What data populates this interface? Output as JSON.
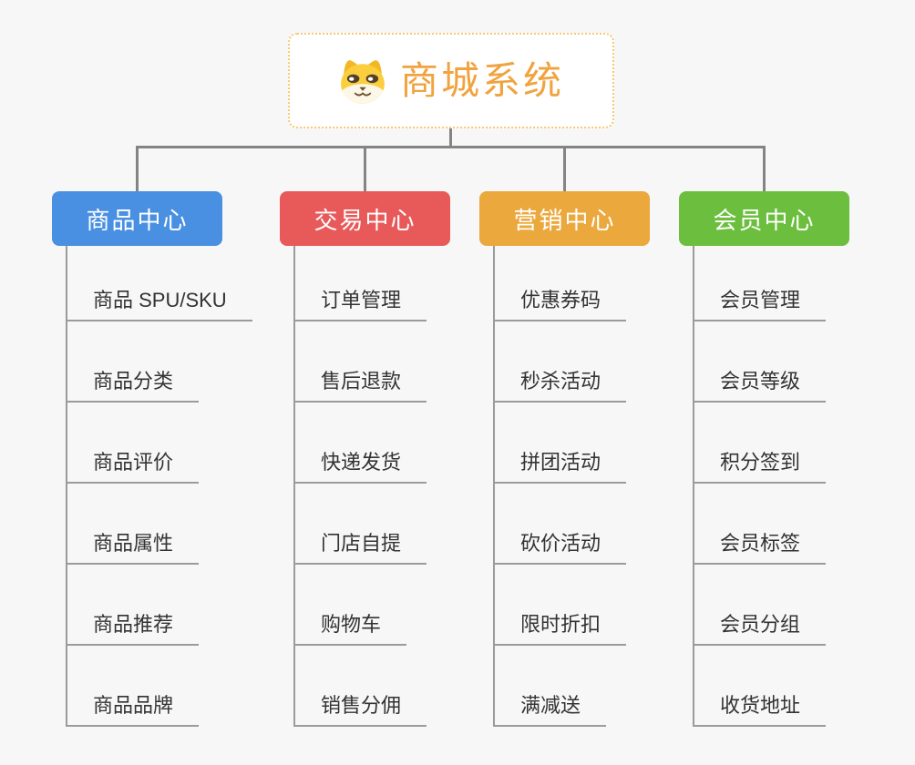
{
  "root": {
    "title": "商城系统",
    "icon": "dog-mascot-icon"
  },
  "colors": {
    "background": "#f7f7f7",
    "root_accent": "#f0a33f",
    "root_border": "#f7c873",
    "connector_line": "#848484",
    "child_line": "#9b9b9b",
    "child_text": "#333333"
  },
  "branches": [
    {
      "id": "product-center",
      "label": "商品中心",
      "color": "#4a90e2",
      "children": [
        "商品 SPU/SKU",
        "商品分类",
        "商品评价",
        "商品属性",
        "商品推荐",
        "商品品牌"
      ]
    },
    {
      "id": "trade-center",
      "label": "交易中心",
      "color": "#e85a5a",
      "children": [
        "订单管理",
        "售后退款",
        "快递发货",
        "门店自提",
        "购物车",
        "销售分佣"
      ]
    },
    {
      "id": "marketing-center",
      "label": "营销中心",
      "color": "#eba83d",
      "children": [
        "优惠券码",
        "秒杀活动",
        "拼团活动",
        "砍价活动",
        "限时折扣",
        "满减送"
      ]
    },
    {
      "id": "member-center",
      "label": "会员中心",
      "color": "#6cbf3e",
      "children": [
        "会员管理",
        "会员等级",
        "积分签到",
        "会员标签",
        "会员分组",
        "收货地址"
      ]
    }
  ]
}
